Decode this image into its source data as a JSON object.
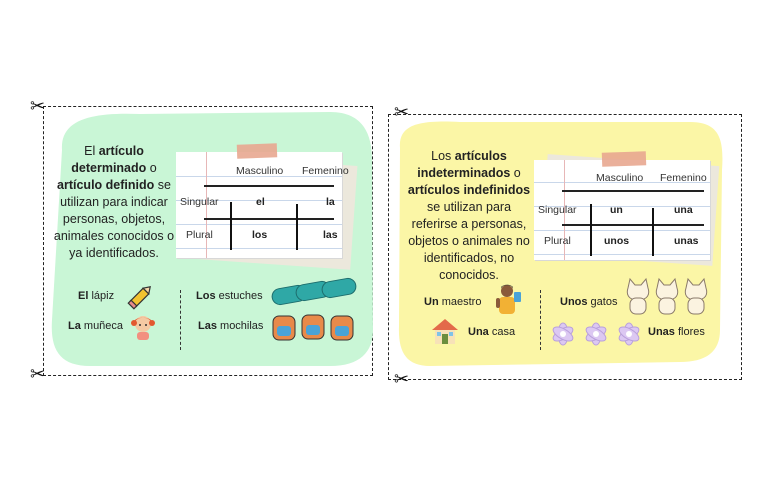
{
  "left_card": {
    "intro": {
      "p1": "El ",
      "b1": "artículo determinado",
      "p2": " o ",
      "b2": "artículo definido",
      "p3": " se utilizan para indicar personas, objetos, animales conocidos o ya identificados."
    },
    "table": {
      "col1": "Masculino",
      "col2": "Femenino",
      "row1": "Singular",
      "row2": "Plural",
      "ms": "el",
      "fs": "la",
      "mp": "los",
      "fp": "las"
    },
    "examples": [
      {
        "art": "El",
        "noun": " lápiz",
        "icon": "pencil-icon"
      },
      {
        "art": "La",
        "noun": " muñeca",
        "icon": "doll-icon"
      },
      {
        "art": "Los",
        "noun": " estuches",
        "icon": "pencil-cases-icon"
      },
      {
        "art": "Las",
        "noun": " mochilas",
        "icon": "backpacks-icon"
      }
    ],
    "bg_color": "#c9f6d6"
  },
  "right_card": {
    "intro": {
      "p1": "Los ",
      "b1": "artículos indeterminados",
      "p2": " o ",
      "b2": "artículos indefinidos",
      "p3": " se utilizan para referirse a personas, objetos o animales no identificados, no conocidos."
    },
    "table": {
      "col1": "Masculino",
      "col2": "Femenino",
      "row1": "Singular",
      "row2": "Plural",
      "ms": "un",
      "fs": "una",
      "mp": "unos",
      "fp": "unas"
    },
    "examples": [
      {
        "art": "Un",
        "noun": " maestro",
        "icon": "teacher-icon"
      },
      {
        "art": "Una",
        "noun": " casa",
        "icon": "house-icon"
      },
      {
        "art": "Unos",
        "noun": " gatos",
        "icon": "cats-icon"
      },
      {
        "art": "Unas",
        "noun": " flores",
        "icon": "flowers-icon"
      }
    ],
    "bg_color": "#fbf6a6"
  }
}
